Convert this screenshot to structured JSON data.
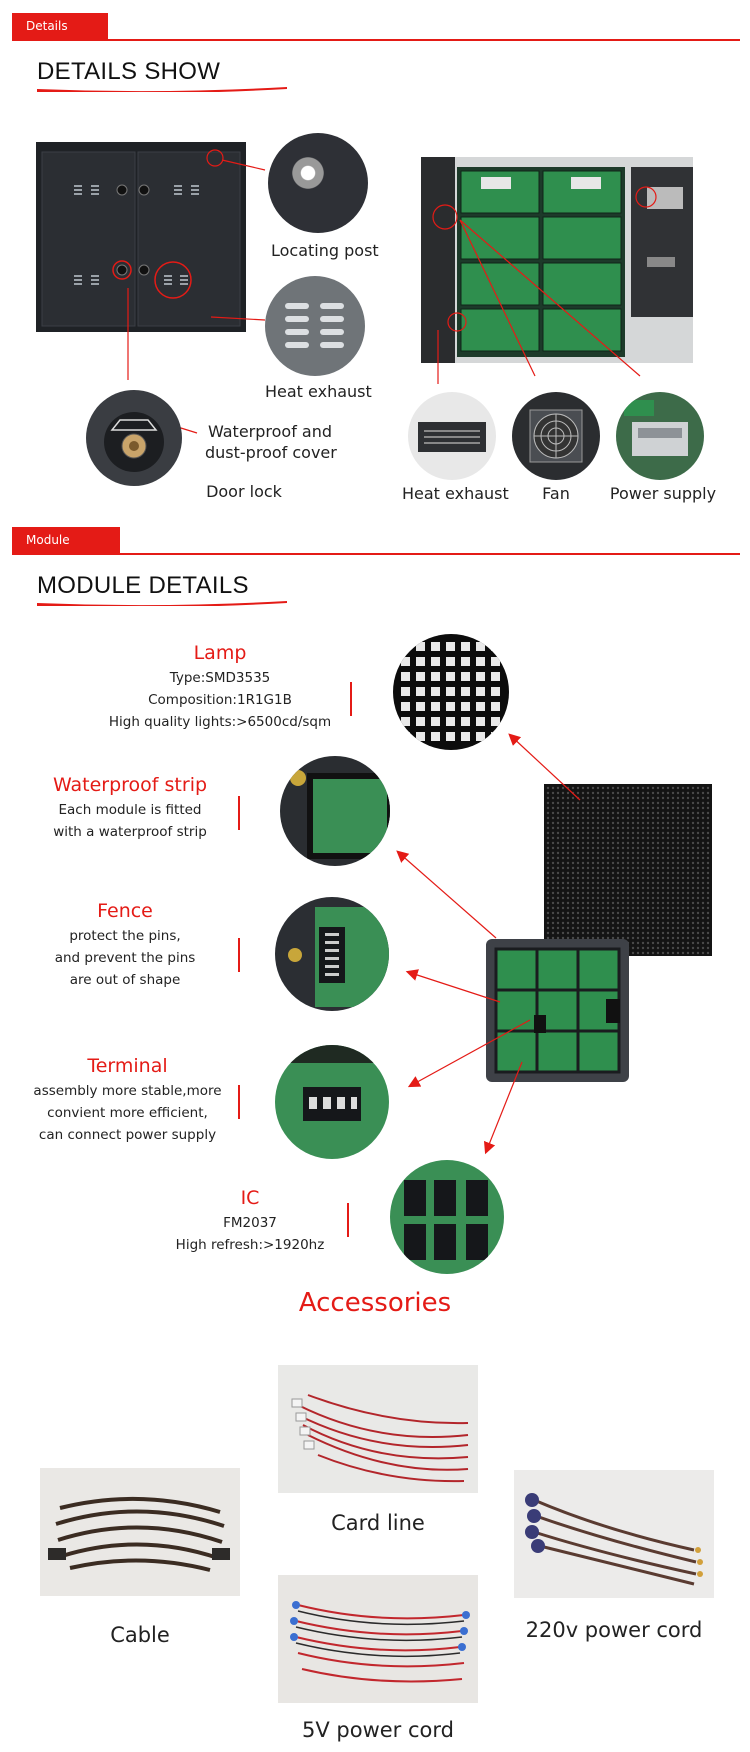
{
  "details": {
    "tab_label": "Details show",
    "heading": "DETAILS SHOW",
    "left_labels": {
      "locating_post": "Locating post",
      "heat_exhaust": "Heat exhaust",
      "waterproof_cover": "Waterproof and\ndust-proof cover",
      "door_lock": "Door lock"
    },
    "right_labels": {
      "heat_exhaust": "Heat exhaust",
      "fan": "Fan",
      "power_supply": "Power supply"
    }
  },
  "module": {
    "tab_label": "Module details",
    "heading": "MODULE DETAILS",
    "items": [
      {
        "title": "Lamp",
        "lines": [
          "Type:SMD3535",
          "Composition:1R1G1B",
          "High quality lights:>6500cd/sqm"
        ]
      },
      {
        "title": "Waterproof strip",
        "lines": [
          "Each module is fitted",
          "with a waterproof strip"
        ]
      },
      {
        "title": "Fence",
        "lines": [
          "protect the pins,",
          "and prevent the pins",
          "are out of shape"
        ]
      },
      {
        "title": "Terminal",
        "lines": [
          "assembly more stable,more",
          "convient more efficient,",
          "can connect power supply"
        ]
      },
      {
        "title": "IC",
        "lines": [
          "FM2037",
          "High refresh:>1920hz"
        ]
      }
    ]
  },
  "accessories": {
    "heading": "Accessories",
    "items": {
      "cable": "Cable",
      "card_line": "Card line",
      "power_5v": "5V power cord",
      "power_220v": "220v power cord"
    }
  },
  "colors": {
    "accent": "#e41b16"
  }
}
